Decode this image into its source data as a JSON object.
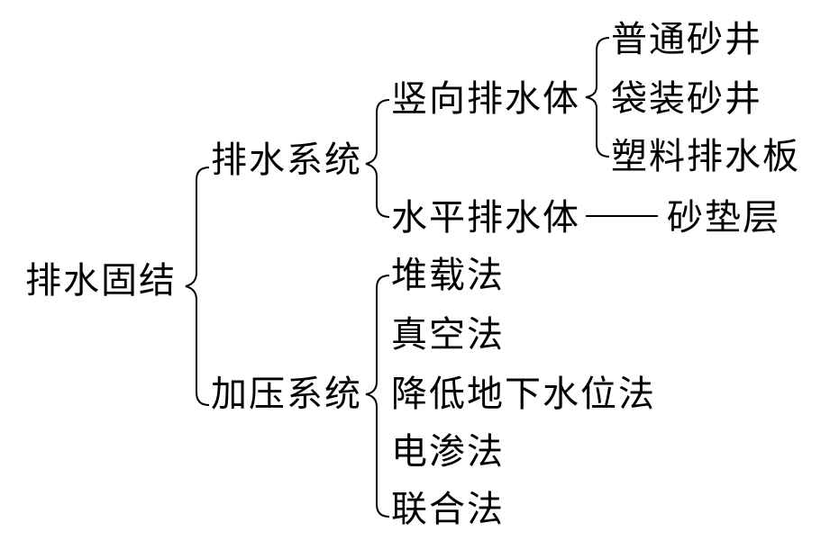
{
  "diagram": {
    "root": "排水固结",
    "drainage_system": {
      "label": "排水系统",
      "vertical": {
        "label": "竖向排水体",
        "items": [
          "普通砂井",
          "袋装砂井",
          "塑料排水板"
        ]
      },
      "horizontal": {
        "label": "水平排水体",
        "item": "砂垫层"
      }
    },
    "loading_system": {
      "label": "加压系统",
      "items": [
        "堆载法",
        "真空法",
        "降低地下水位法",
        "电渗法",
        "联合法"
      ]
    }
  }
}
